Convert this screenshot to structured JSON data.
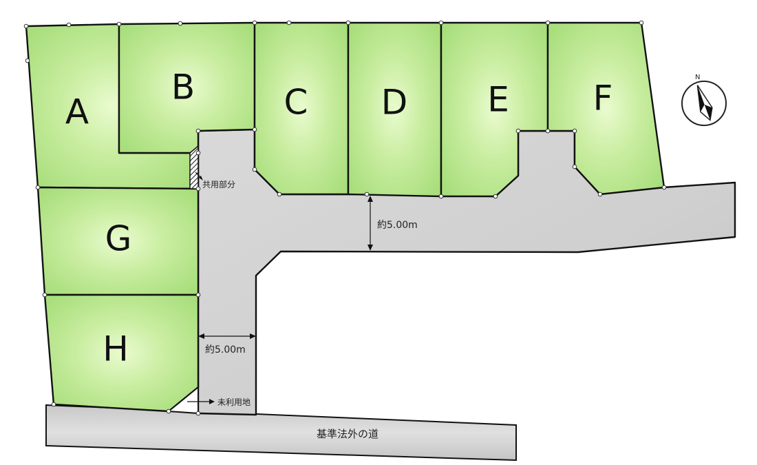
{
  "lots": [
    {
      "id": "A",
      "label": "A"
    },
    {
      "id": "B",
      "label": "B"
    },
    {
      "id": "C",
      "label": "C"
    },
    {
      "id": "D",
      "label": "D"
    },
    {
      "id": "E",
      "label": "E"
    },
    {
      "id": "F",
      "label": "F"
    },
    {
      "id": "G",
      "label": "G"
    },
    {
      "id": "H",
      "label": "H"
    }
  ],
  "annotations": {
    "common_area": "共用部分",
    "unused_land": "未利用地",
    "road_width_horizontal": "約5.00m",
    "road_width_vertical": "約5.00m",
    "external_road": "基準法外の道"
  },
  "compass": {
    "icon": "north-arrow-icon",
    "label": "N"
  },
  "colors": {
    "lot_center": "#cdee9e",
    "lot_edge": "#a7df77",
    "road": "#d0d0d0",
    "outline": "#111111"
  }
}
